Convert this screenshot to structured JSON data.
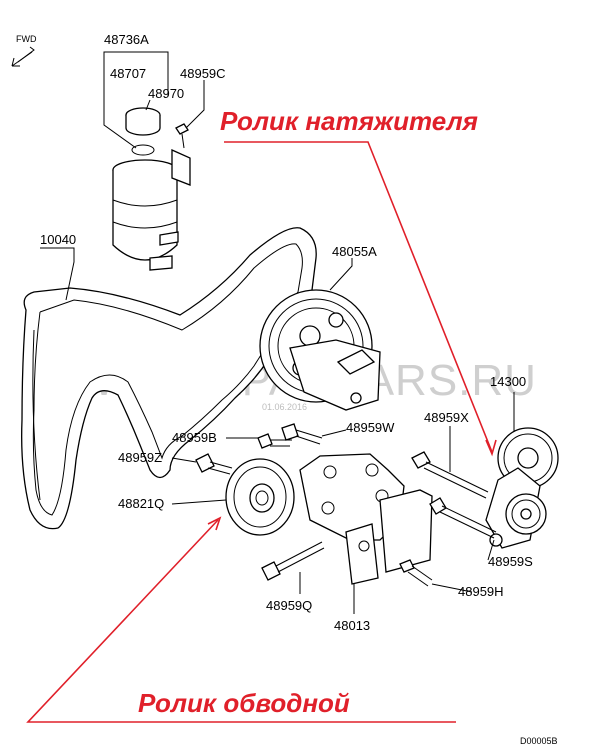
{
  "direction_label": "FWD",
  "watermark": "WWW.JAPANCARS.RU",
  "watermark_date": "01.06.2016",
  "diagram_code": "D00005B",
  "annotations": {
    "tensioner": "Ролик натяжителя",
    "idler": "Ролик обводной"
  },
  "parts": {
    "reservoir_assy": "48736A",
    "cap": "48707",
    "seal": "48970",
    "reservoir_bolt": "48959C",
    "belt": "10040",
    "pump": "48055A",
    "tensioner_assy": "14300",
    "tensioner_bolt": "48959X",
    "bolt_b": "48959B",
    "bolt_w": "48959W",
    "bolt_z": "48959Z",
    "idler_pulley": "48821Q",
    "bolt_s": "48959S",
    "bolt_q": "48959Q",
    "bolt_h": "48959H",
    "bracket": "48013"
  }
}
